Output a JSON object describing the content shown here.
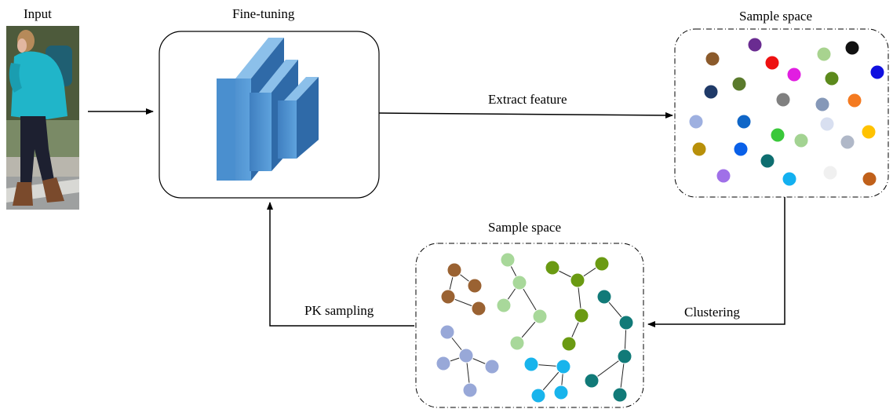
{
  "labels": {
    "input": "Input",
    "finetuning": "Fine-tuning",
    "sample_space_top": "Sample space",
    "extract_feature": "Extract feature",
    "sample_space_bottom": "Sample space",
    "pk_sampling": "PK sampling",
    "clustering": "Clustering"
  },
  "colors": {
    "box_border": "#000000",
    "layer_front": "#4a8fcf",
    "layer_side": "#2f6aa8",
    "layer_top": "#8cc0ea",
    "person_jacket": "#20b5c9",
    "person_pants": "#1d2030"
  },
  "icons": {
    "person_photo": "pedestrian-photo",
    "network": "cnn-layers-icon"
  },
  "sample_points": [
    {
      "c": "#8b5a2b"
    },
    {
      "c": "#6a2c91"
    },
    {
      "c": "#ee1111"
    },
    {
      "c": "#e11ee1"
    },
    {
      "c": "#a8d38f"
    },
    {
      "c": "#111111"
    },
    {
      "c": "#5c8a1c"
    },
    {
      "c": "#1010e0"
    },
    {
      "c": "#1f3a68"
    },
    {
      "c": "#5a7a2c"
    },
    {
      "c": "#808080"
    },
    {
      "c": "#8598b8"
    },
    {
      "c": "#f47a20"
    },
    {
      "c": "#9eb0e0"
    },
    {
      "c": "#0f66c7"
    },
    {
      "c": "#d8dff0"
    },
    {
      "c": "#3ac83a"
    },
    {
      "c": "#a3d392"
    },
    {
      "c": "#b0b8c8"
    },
    {
      "c": "#ffc200"
    },
    {
      "c": "#b8900a"
    },
    {
      "c": "#0a60e8"
    },
    {
      "c": "#0e6e70"
    },
    {
      "c": "#a070e8"
    },
    {
      "c": "#13b0f0"
    },
    {
      "c": "#f0f0f0"
    },
    {
      "c": "#c0601a"
    }
  ],
  "clusters": [
    {
      "name": "brown",
      "color": "#9a6232",
      "edges": [
        [
          0,
          1
        ],
        [
          0,
          2
        ],
        [
          2,
          3
        ]
      ]
    },
    {
      "name": "light-green",
      "color": "#a8d89a",
      "edges": [
        [
          0,
          1
        ],
        [
          1,
          2
        ],
        [
          1,
          3
        ],
        [
          3,
          4
        ]
      ]
    },
    {
      "name": "olive",
      "color": "#6a9a12",
      "edges": [
        [
          0,
          1
        ],
        [
          1,
          2
        ],
        [
          1,
          3
        ],
        [
          3,
          4
        ]
      ]
    },
    {
      "name": "teal",
      "color": "#117a78",
      "edges": [
        [
          0,
          1
        ],
        [
          1,
          2
        ],
        [
          2,
          3
        ],
        [
          2,
          4
        ]
      ]
    },
    {
      "name": "periwinkle",
      "color": "#98a8d8",
      "edges": [
        [
          0,
          1
        ],
        [
          1,
          2
        ],
        [
          1,
          3
        ],
        [
          1,
          4
        ]
      ]
    },
    {
      "name": "sky-blue",
      "color": "#18b4ec",
      "edges": [
        [
          0,
          1
        ],
        [
          1,
          2
        ],
        [
          1,
          3
        ]
      ]
    }
  ]
}
